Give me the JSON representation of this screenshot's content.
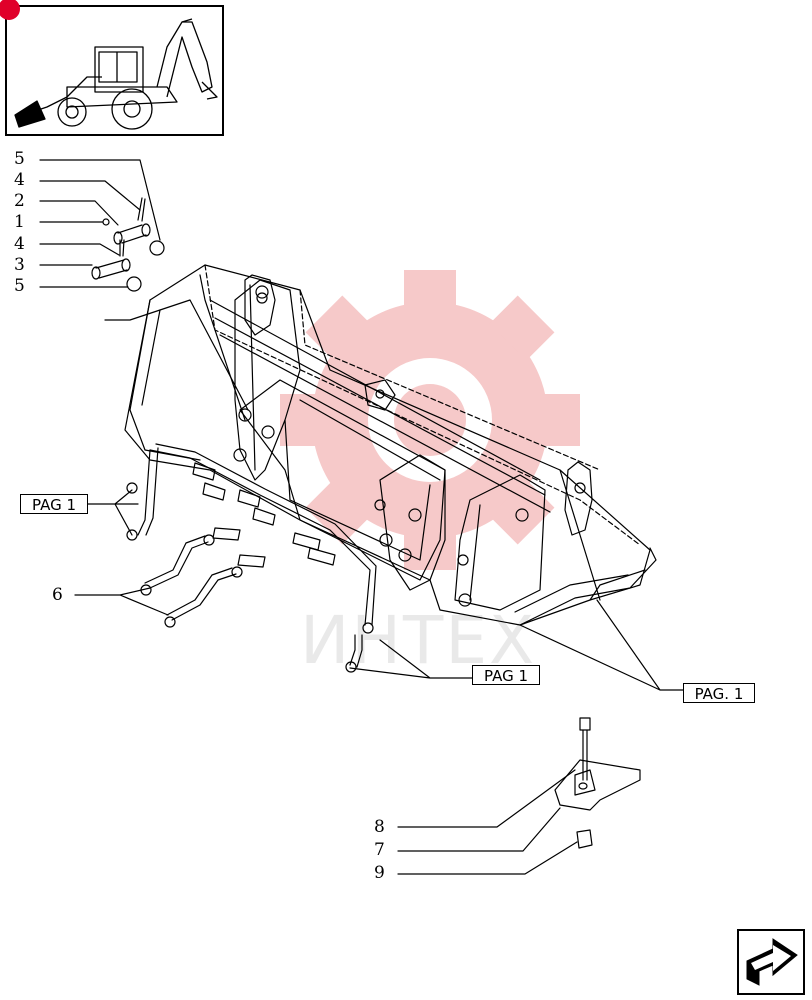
{
  "callouts": {
    "c5a": "5",
    "c4a": "4",
    "c2": "2",
    "c1": "1",
    "c4b": "4",
    "c3": "3",
    "c5b": "5",
    "c6": "6",
    "c8": "8",
    "c7": "7",
    "c9": "9"
  },
  "references": {
    "pag_left": "PAG 1",
    "pag_center": "PAG 1",
    "pag_right": "PAG. 1"
  },
  "watermark": {
    "text": "ИНТЕХ",
    "color": "#e9e9e9",
    "gear_color": "#f6c9c9"
  },
  "colors": {
    "line": "#000000",
    "badge": "#e0002a"
  },
  "icons": {
    "machine_thumbnail": "backhoe-loader-icon",
    "next_page": "next-page-arrow-icon"
  }
}
